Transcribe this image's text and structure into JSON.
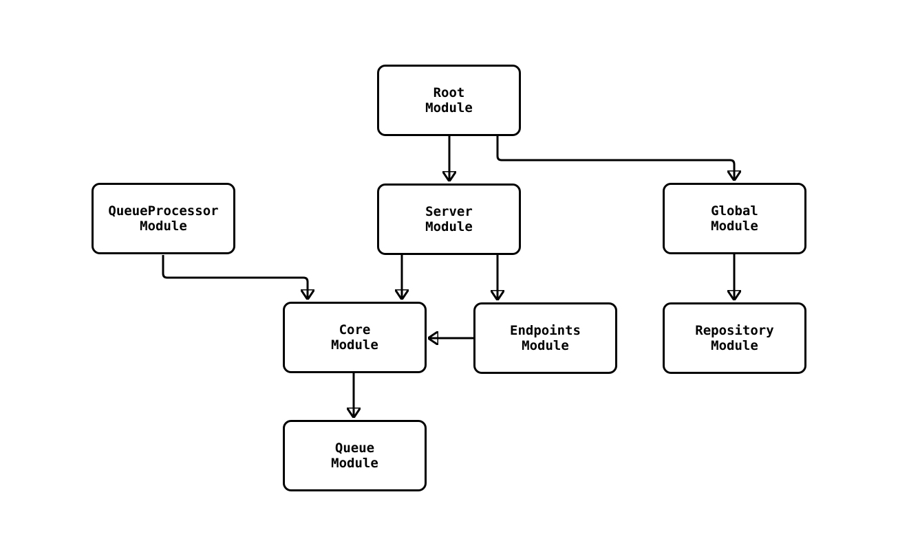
{
  "diagram": {
    "type": "flowchart",
    "background_color": "#ffffff",
    "stroke_color": "#000000",
    "node_fill_color": "#ffffff",
    "text_color": "#000000",
    "nodes": {
      "root": {
        "label": "Root\nModule"
      },
      "queueprocessor": {
        "label": "QueueProcessor\nModule"
      },
      "server": {
        "label": "Server\nModule"
      },
      "global": {
        "label": "Global\nModule"
      },
      "core": {
        "label": "Core\nModule"
      },
      "endpoints": {
        "label": "Endpoints\nModule"
      },
      "repository": {
        "label": "Repository\nModule"
      },
      "queue": {
        "label": "Queue\nModule"
      }
    },
    "edges": [
      {
        "from": "Root Module",
        "to": "Server Module"
      },
      {
        "from": "Root Module",
        "to": "Global Module"
      },
      {
        "from": "QueueProcessor Module",
        "to": "Core Module"
      },
      {
        "from": "Server Module",
        "to": "Core Module"
      },
      {
        "from": "Server Module",
        "to": "Endpoints Module"
      },
      {
        "from": "Endpoints Module",
        "to": "Core Module"
      },
      {
        "from": "Global Module",
        "to": "Repository Module"
      },
      {
        "from": "Core Module",
        "to": "Queue Module"
      }
    ]
  }
}
